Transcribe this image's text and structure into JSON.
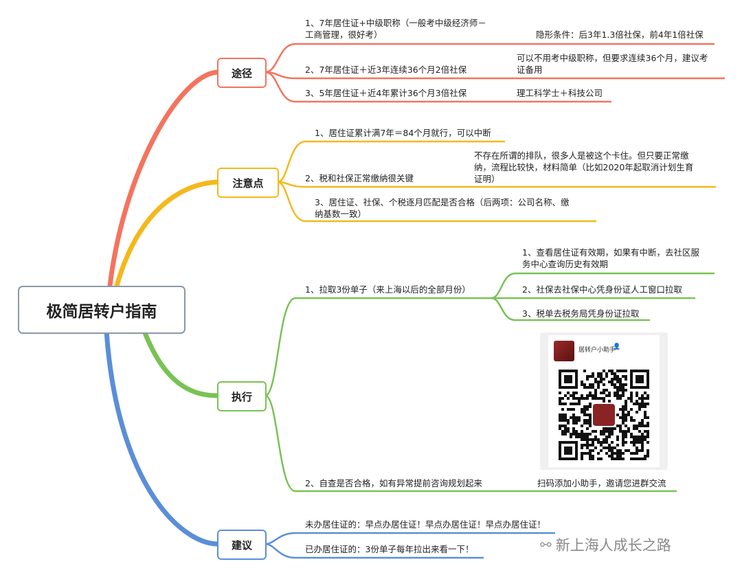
{
  "root": {
    "title": "极简居转户指南"
  },
  "colors": {
    "route": "#f4735e",
    "notes": "#f5b81c",
    "execute": "#79c255",
    "suggest": "#5b8ed8",
    "root_border": "#8a97a8"
  },
  "branches": {
    "route": {
      "label": "途径",
      "items": [
        {
          "text": "1、7年居住证+中级职称（一般考中级经济师－\n工商管理，很好考）",
          "note": "隐形条件：后3年1.3倍社保，前4年1倍社保"
        },
        {
          "text": "2、7年居住证＋近3年连续36个月2倍社保",
          "note": "可以不用考中级职称，但要求连续36个月，建议考\n证备用"
        },
        {
          "text": "3、5年居住证＋近4年累计36个月3倍社保",
          "note": "理工科学士＋科技公司"
        }
      ]
    },
    "notes": {
      "label": "注意点",
      "items": [
        {
          "text": "1、居住证累计满7年＝84个月就行，可以中断"
        },
        {
          "text": "2、税和社保正常缴纳很关键",
          "note": "不存在所谓的排队，很多人是被这个卡住。但只要正常缴\n纳，流程比较快，材料简单（比如2020年起取消计划生育\n证明）"
        },
        {
          "text": "3、居住证、社保、个税逐月匹配是否合格（后两项：公司名称、缴\n纳基数一致）"
        }
      ]
    },
    "execute": {
      "label": "执行",
      "items": [
        {
          "text": "1、拉取3份单子（来上海以后的全部月份）",
          "children": [
            "1、查看居住证有效期，如果有中断，去社区服\n务中心查询历史有效期",
            "2、社保去社保中心凭身份证人工窗口拉取",
            "3、税单去税务局凭身份证拉取"
          ]
        },
        {
          "text": "2、自查是否合格，如有异常提前咨询规划起来",
          "note": "扫码添加小助手，邀请您进群交流"
        }
      ]
    },
    "suggest": {
      "label": "建议",
      "items": [
        {
          "text": "未办居住证的：早点办居住证！早点办居住证！早点办居住证！"
        },
        {
          "text": "已办居住证的：3份单子每年拉出来看一下！"
        }
      ]
    }
  },
  "qr": {
    "name": "居转户小助手",
    "user_icon": "user-icon"
  },
  "watermark": {
    "text": "新上海人成长之路",
    "icon": "wechat-icon"
  }
}
